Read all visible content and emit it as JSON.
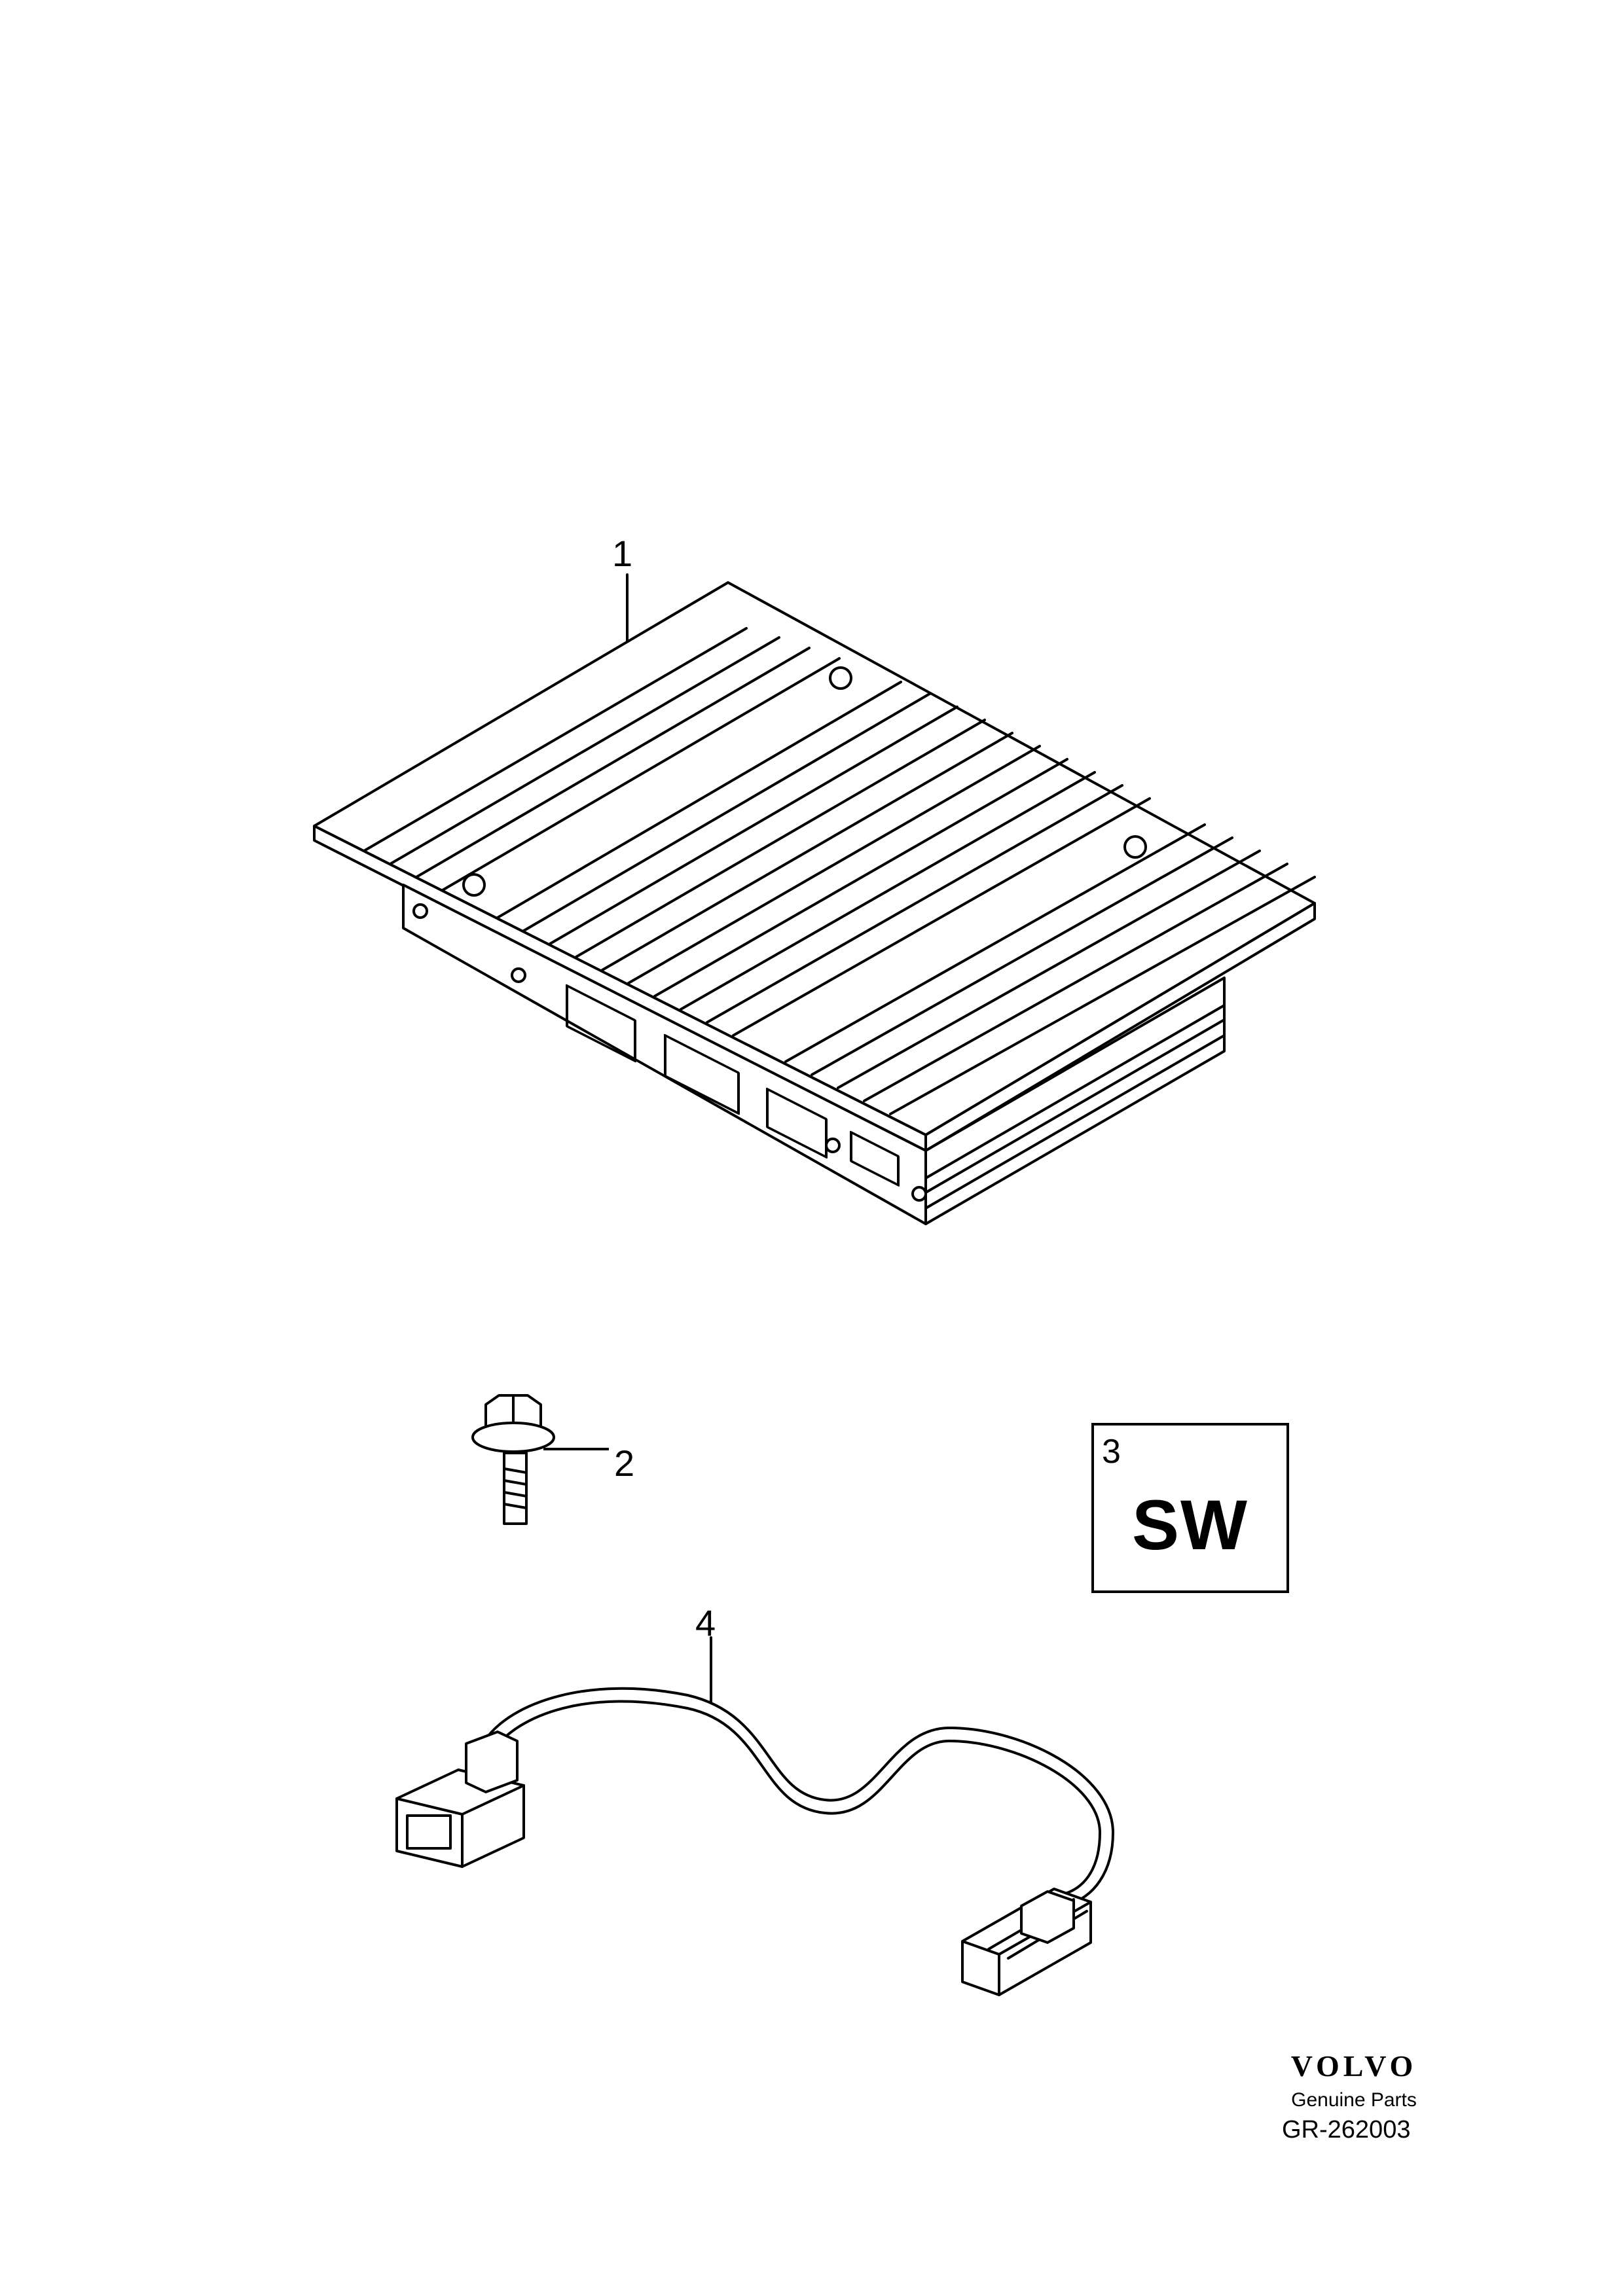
{
  "callouts": {
    "amplifier": "1",
    "bolt": "2",
    "software": "3",
    "wiring_harness": "4"
  },
  "software_box": {
    "label": "SW"
  },
  "brand": {
    "logo_text": "VOLVO",
    "tagline": "Genuine Parts",
    "figure_code": "GR-262003"
  },
  "icons": [
    "amplifier-icon",
    "flange-bolt-icon",
    "cable-harness-icon"
  ],
  "colors": {
    "line": "#000000",
    "background": "#ffffff"
  }
}
